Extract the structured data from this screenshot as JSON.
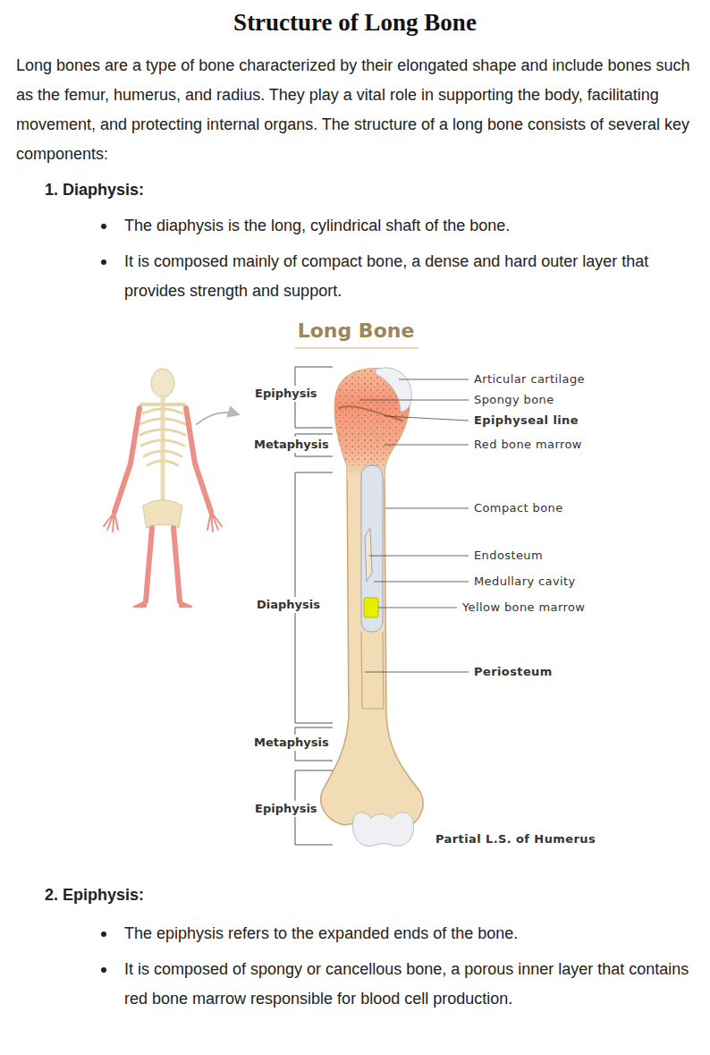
{
  "diagram": {
    "title": "Structure of Long Bone",
    "labels": [
      "Long bones are a type of bone characterized by their elongated shape and include bones such as the femur, humerus, and radius. They play a vital role in supporting the body, facilitating movement, and protecting internal organs. The structure of a long bone consists of several key components:",
      "1. Diaphysis:",
      "The diaphysis is the long, cylindrical shaft of the bone.",
      "It is composed mainly of compact bone, a dense and hard outer layer that provides strength and support.",
      "Long Bone",
      "Epiphysis",
      "Metaphysis",
      "Diaphysis",
      "Metaphysis",
      "Epiphysis",
      "Articular cartilage",
      "Spongy bone",
      "Epiphyseal line",
      "Red bone marrow",
      "Compact bone",
      "Endosteum",
      "Medullary cavity",
      "Yellow bone marrow",
      "Periosteum",
      "Partial L.S. of Humerus",
      "2. Epiphysis:",
      "The epiphysis refers to the expanded ends of the bone.",
      "It is composed of spongy or cancellous bone, a porous inner layer that contains red bone marrow responsible for blood cell production."
    ]
  }
}
